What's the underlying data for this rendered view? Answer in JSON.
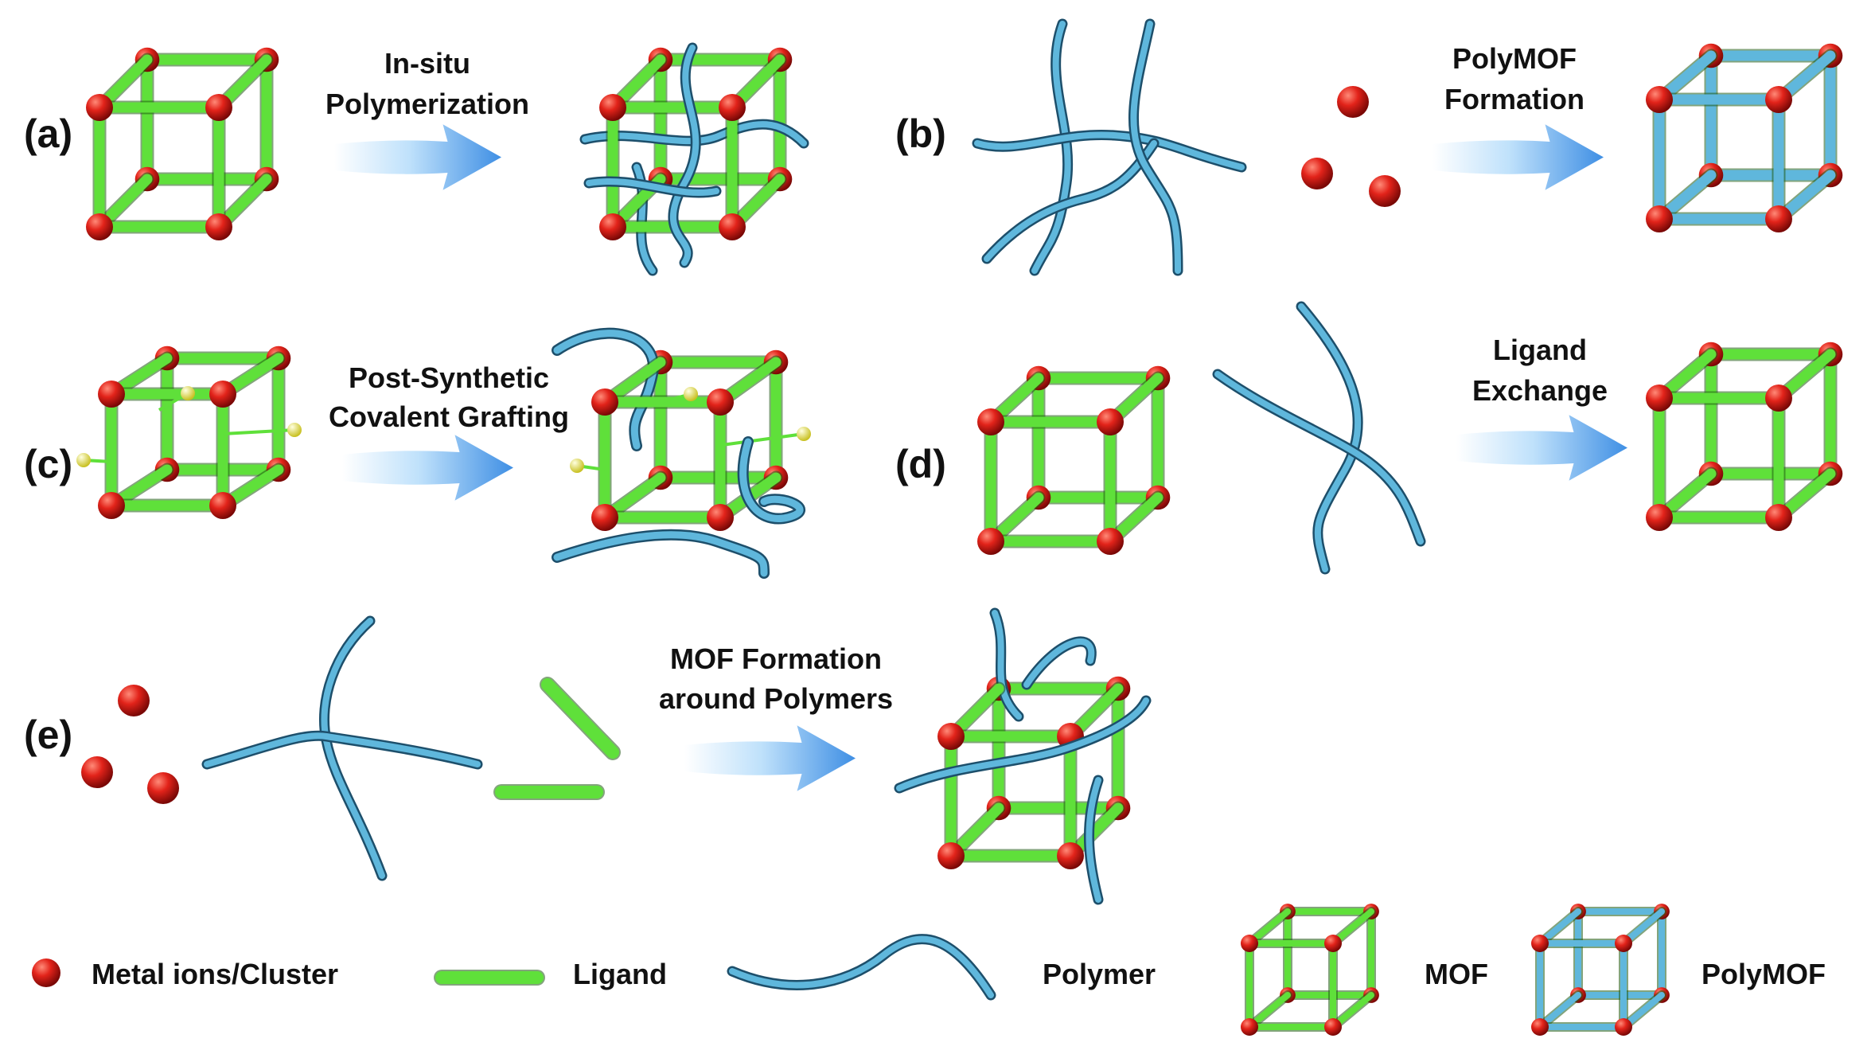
{
  "panels": [
    {
      "label": "(a)",
      "step_lines": [
        "In-situ",
        "Polymerization"
      ]
    },
    {
      "label": "(b)",
      "step_lines": [
        "PolyMOF",
        "Formation"
      ]
    },
    {
      "label": "(c)",
      "step_lines": [
        "Post-Synthetic",
        "Covalent Grafting"
      ]
    },
    {
      "label": "(d)",
      "step_lines": [
        "Ligand",
        "Exchange"
      ]
    },
    {
      "label": "(e)",
      "step_lines": [
        "MOF Formation",
        "around Polymers"
      ]
    }
  ],
  "legend": {
    "metal": "Metal ions/Cluster",
    "ligand": "Ligand",
    "polymer": "Polymer",
    "mof": "MOF",
    "polymof": "PolyMOF"
  },
  "colors": {
    "metal": "#d41a12",
    "ligand": "#5fe03a",
    "polymer": "#5fb7dc",
    "arrow": "#4f9fe6",
    "graft_site": "#eef25a"
  },
  "icons": {
    "process_arrow": "arrow-icon",
    "metal_node": "metal-sphere-icon",
    "ligand_rod": "ligand-rod-icon",
    "polymer_chain": "polymer-chain-icon"
  }
}
